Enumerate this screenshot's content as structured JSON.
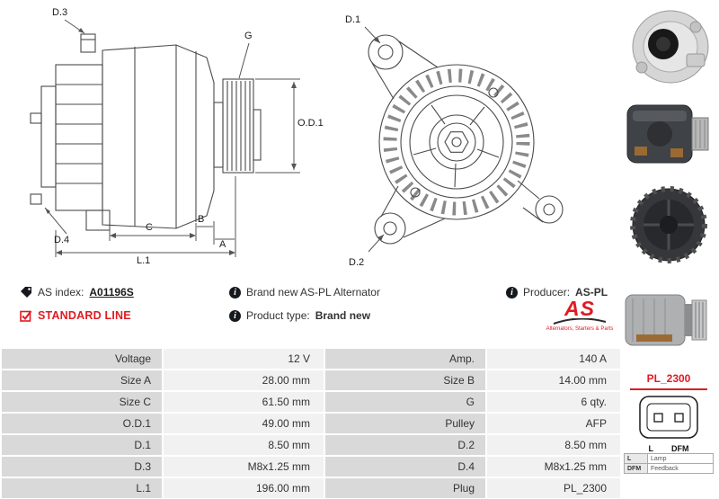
{
  "diagram_labels": {
    "d3": "D.3",
    "g": "G",
    "od1": "O.D.1",
    "d4": "D.4",
    "c": "C",
    "b": "B",
    "a": "A",
    "l1": "L.1",
    "d1": "D.1",
    "d2": "D.2"
  },
  "icons": {
    "info_glyph": "i"
  },
  "info": {
    "as_index_label": "AS index:",
    "as_index_value": "A01196S",
    "description": "Brand new AS-PL Alternator",
    "producer_label": "Producer:",
    "producer_value": "AS-PL",
    "standard_line_label": "STANDARD LINE",
    "product_type_label": "Product type:",
    "product_type_value": "Brand new"
  },
  "logo": {
    "text": "AS",
    "tagline": "Alternators, Starters & Parts"
  },
  "side_panel": {
    "plug_code": "PL_2300",
    "plug_pin_labels": {
      "left": "L",
      "right": "DFM"
    },
    "legend": [
      {
        "key": "L",
        "desc": "Lamp"
      },
      {
        "key": "DFM",
        "desc": "Feedback"
      }
    ]
  },
  "spec_table": {
    "rows": [
      [
        "Voltage",
        "12 V",
        "Amp.",
        "140 A"
      ],
      [
        "Size A",
        "28.00 mm",
        "Size B",
        "14.00 mm"
      ],
      [
        "Size C",
        "61.50 mm",
        "G",
        "6 qty."
      ],
      [
        "O.D.1",
        "49.00 mm",
        "Pulley",
        "AFP"
      ],
      [
        "D.1",
        "8.50 mm",
        "D.2",
        "8.50 mm"
      ],
      [
        "D.3",
        "M8x1.25 mm",
        "D.4",
        "M8x1.25 mm"
      ],
      [
        "L.1",
        "196.00 mm",
        "Plug",
        "PL_2300"
      ]
    ]
  },
  "colors": {
    "accent_red": "#e01b22",
    "label_cell_bg": "#d9d9d9",
    "value_cell_bg": "#f1f1f1",
    "drawing_stroke": "#4a4a4a"
  }
}
